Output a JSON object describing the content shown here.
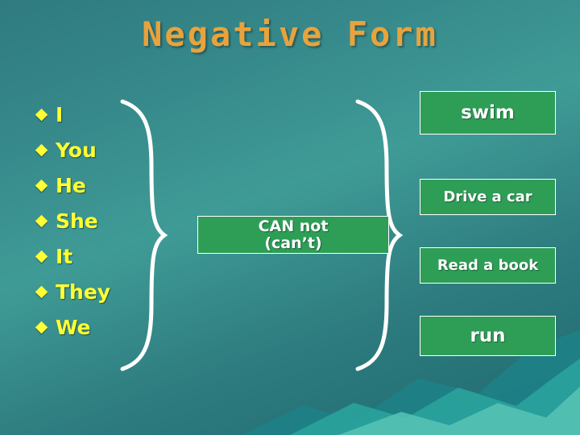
{
  "slide": {
    "title": "Negative  Form",
    "pronouns": [
      {
        "label": "I"
      },
      {
        "label": "You"
      },
      {
        "label": "He"
      },
      {
        "label": "She"
      },
      {
        "label": "It"
      },
      {
        "label": "They"
      },
      {
        "label": "We"
      }
    ],
    "center": {
      "line1": "CAN not",
      "line2": "(can’t)"
    },
    "actions": [
      {
        "label": "swim"
      },
      {
        "label": "Drive a car"
      },
      {
        "label": "Read a book"
      },
      {
        "label": "run"
      }
    ],
    "colors": {
      "title": "#e8a33d",
      "bullet_text": "#ffff33",
      "box_fill": "#2e9e57",
      "box_border": "#ffffff",
      "background_top": "#2f7b7f",
      "background_bottom": "#1f6a70"
    }
  }
}
